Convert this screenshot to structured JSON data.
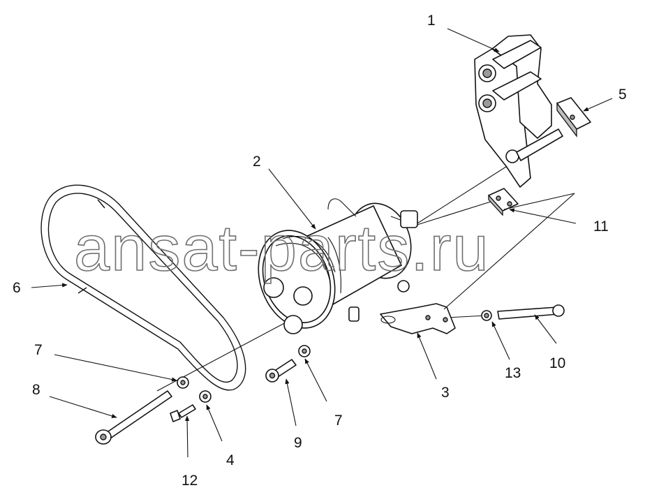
{
  "watermark": "ansat-parts.ru",
  "corner_mark": "",
  "callouts": [
    {
      "id": "c1",
      "label": "1"
    },
    {
      "id": "c2",
      "label": "2"
    },
    {
      "id": "c3",
      "label": "3"
    },
    {
      "id": "c4",
      "label": "4"
    },
    {
      "id": "c5",
      "label": "5"
    },
    {
      "id": "c6",
      "label": "6"
    },
    {
      "id": "c7a",
      "label": "7"
    },
    {
      "id": "c7b",
      "label": "7"
    },
    {
      "id": "c8",
      "label": "8"
    },
    {
      "id": "c9",
      "label": "9"
    },
    {
      "id": "c10",
      "label": "10"
    },
    {
      "id": "c11",
      "label": "11"
    },
    {
      "id": "c12",
      "label": "12"
    },
    {
      "id": "c13",
      "label": "13"
    }
  ]
}
